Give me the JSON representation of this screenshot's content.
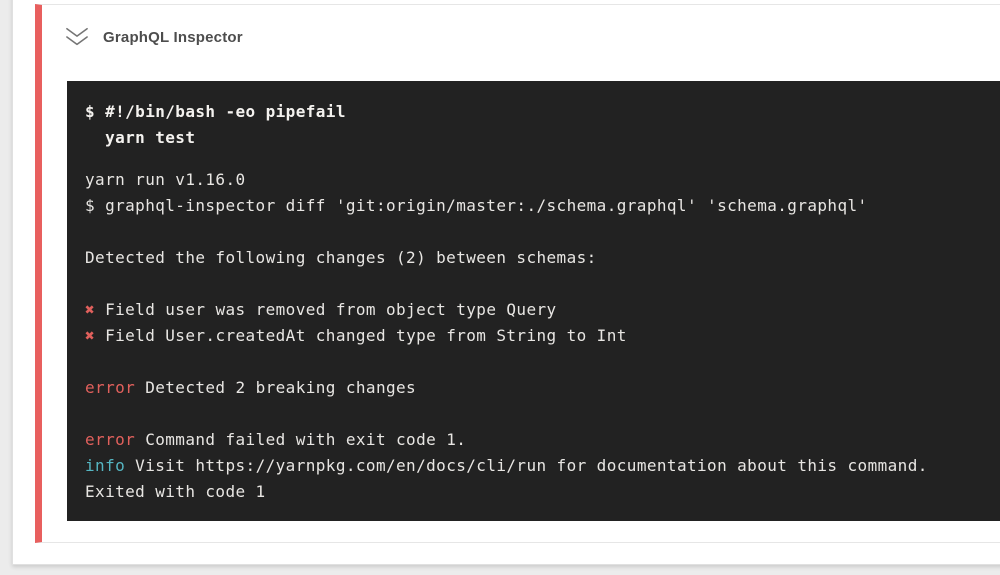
{
  "header": {
    "title": "GraphQL Inspector"
  },
  "colors": {
    "page_bg": "#ececec",
    "accent": "#e85f5e",
    "terminal_bg": "#222222",
    "terminal_text": "#e8e6e3",
    "ansi_red": "#e0605c",
    "ansi_cyan": "#55b5c1"
  },
  "terminal": {
    "command_lines": [
      [
        {
          "t": "$ #!/bin/bash -eo pipefail"
        }
      ],
      [
        {
          "t": "  yarn test"
        }
      ]
    ],
    "output_lines": [
      [
        {
          "t": "yarn run v1.16.0"
        }
      ],
      [
        {
          "t": "$ graphql-inspector diff 'git:origin/master:./schema.graphql' 'schema.graphql'"
        }
      ],
      [],
      [
        {
          "t": "Detected the following changes (2) between schemas:"
        }
      ],
      [],
      [
        {
          "t": "✖",
          "c": "red"
        },
        {
          "t": " Field user was removed from object type Query"
        }
      ],
      [
        {
          "t": "✖",
          "c": "red"
        },
        {
          "t": " Field User.createdAt changed type from String to Int"
        }
      ],
      [],
      [
        {
          "t": "error",
          "c": "red"
        },
        {
          "t": " Detected 2 breaking changes"
        }
      ],
      [],
      [
        {
          "t": "error",
          "c": "red"
        },
        {
          "t": " Command failed with exit code 1."
        }
      ],
      [
        {
          "t": "info",
          "c": "cyan"
        },
        {
          "t": " Visit https://yarnpkg.com/en/docs/cli/run for documentation about this command."
        }
      ],
      [
        {
          "t": "Exited with code 1"
        }
      ]
    ]
  }
}
